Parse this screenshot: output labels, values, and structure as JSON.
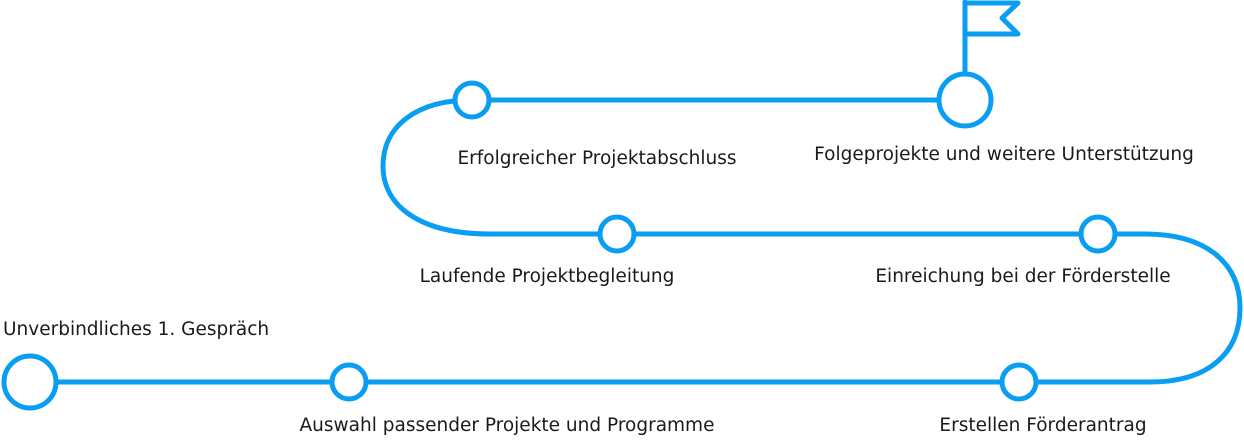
{
  "accent_color": "#0a9ef2",
  "steps": [
    {
      "label": "Unverbindliches 1. Gespräch"
    },
    {
      "label": "Auswahl passender Projekte und Programme"
    },
    {
      "label": "Erstellen Förderantrag"
    },
    {
      "label": "Einreichung bei der Förderstelle"
    },
    {
      "label": "Laufende Projektbegleitung"
    },
    {
      "label": "Erfolgreicher Projektabschluss"
    },
    {
      "label": "Folgeprojekte und weitere Unterstützung"
    }
  ],
  "goal_icon": "flag-icon"
}
